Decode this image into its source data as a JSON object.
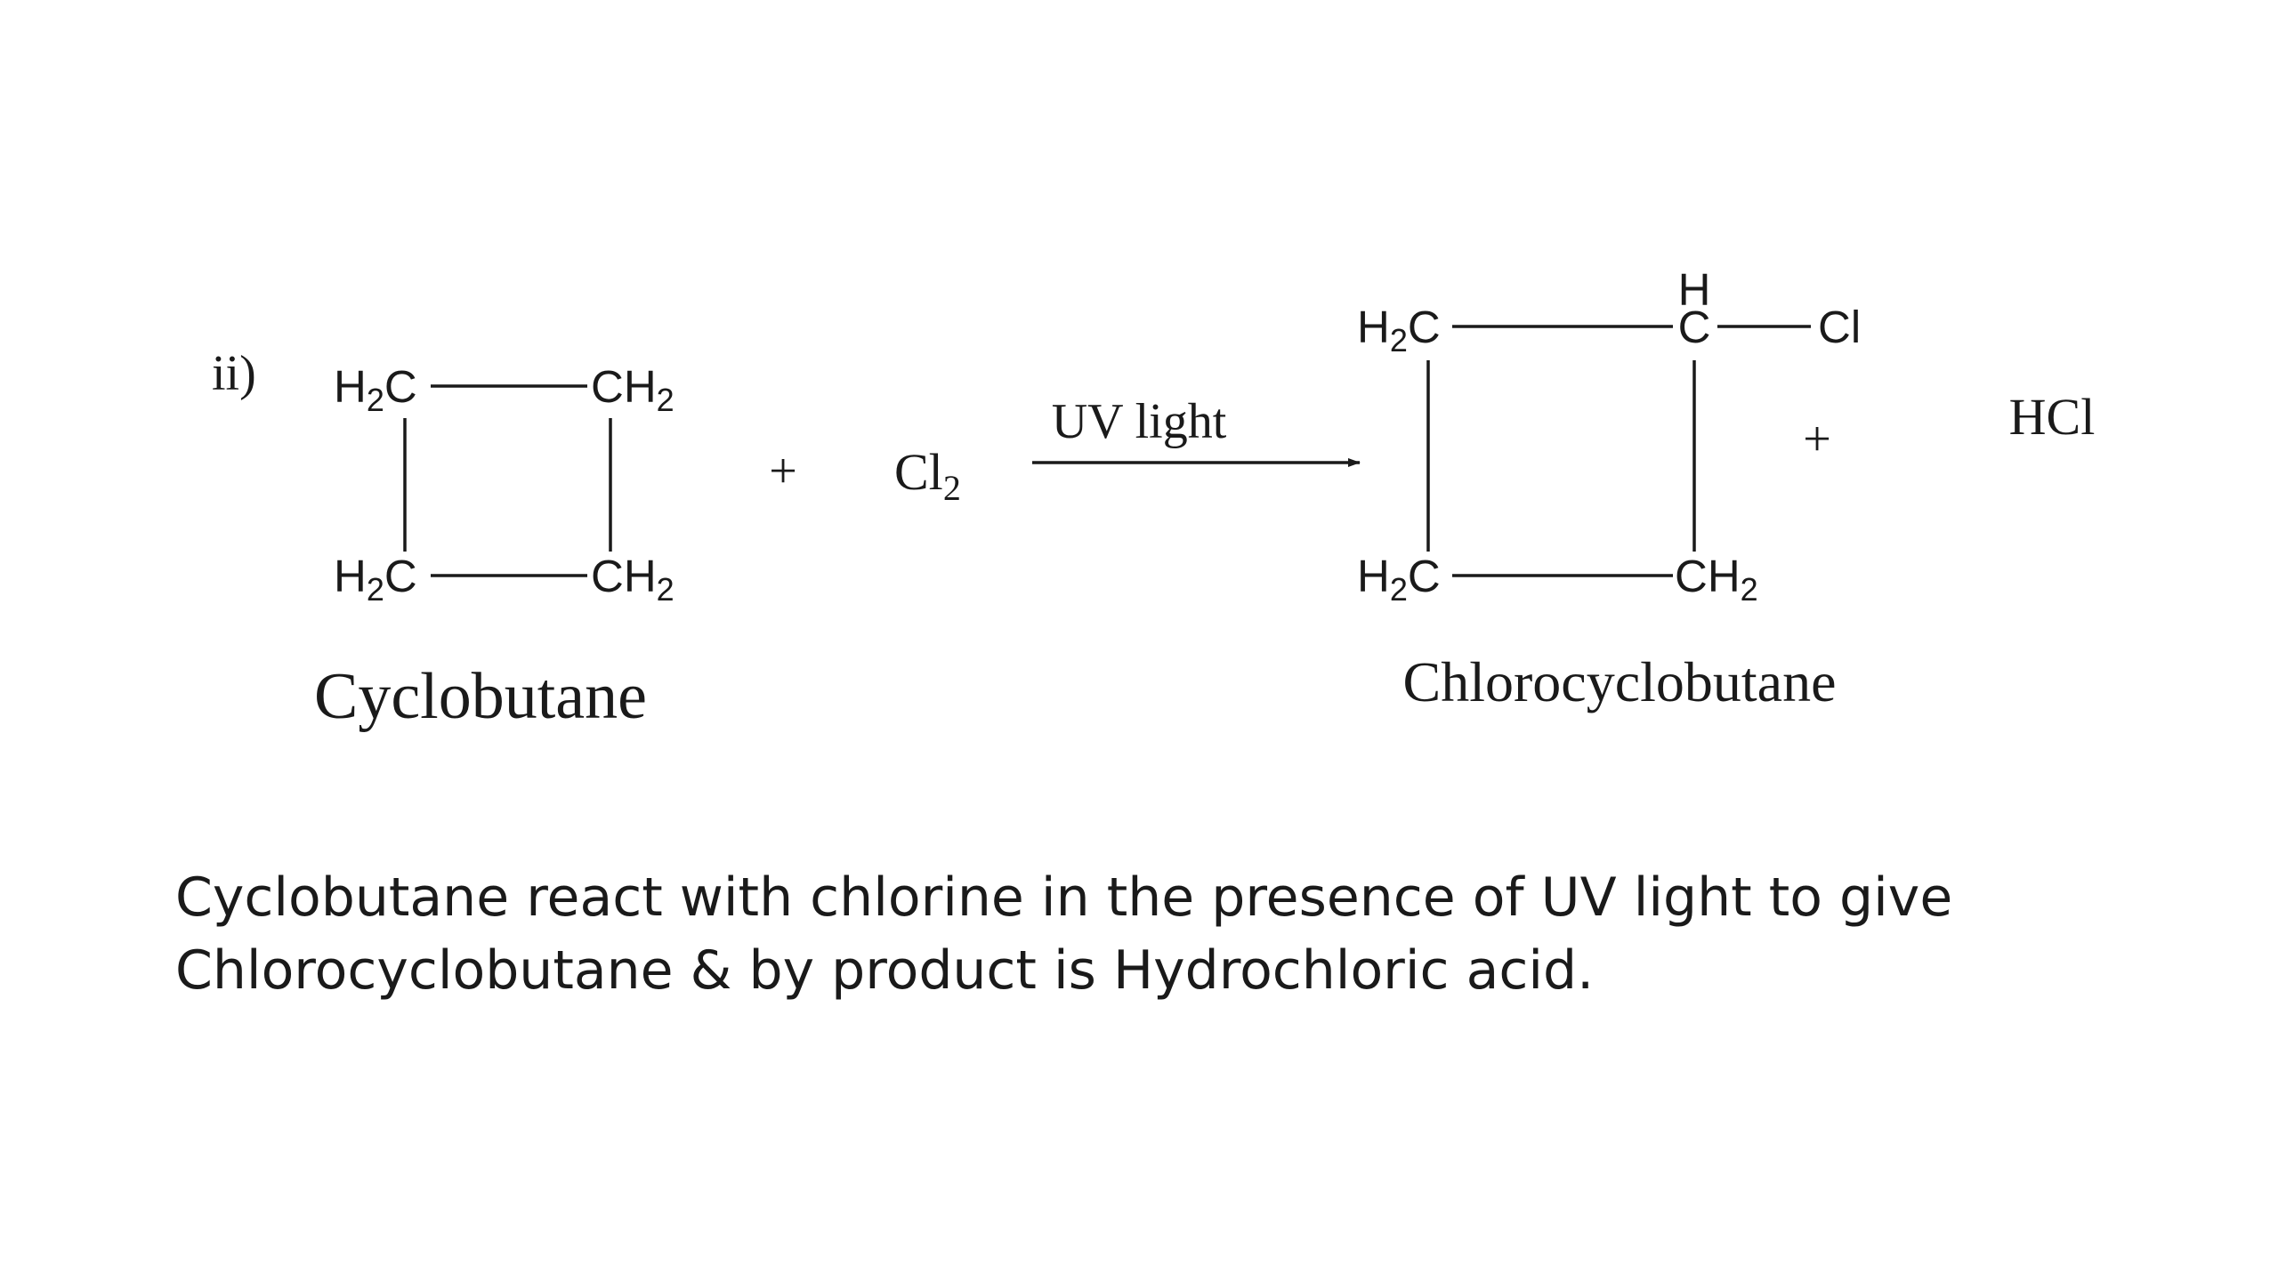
{
  "step_label": "ii)",
  "reactant": {
    "atoms": {
      "top_left": "H",
      "top_left_sub": "2",
      "top_left_suffix": "C",
      "top_right": "CH",
      "top_right_sub": "2",
      "bottom_left": "H",
      "bottom_left_sub": "2",
      "bottom_left_suffix": "C",
      "bottom_right": "CH",
      "bottom_right_sub": "2"
    },
    "name": "Cyclobutane"
  },
  "plus_1": "+",
  "reagent": {
    "symbol": "Cl",
    "sub": "2"
  },
  "condition": "UV light",
  "product": {
    "atoms": {
      "top_left": "H",
      "top_left_sub": "2",
      "top_left_suffix": "C",
      "top_right_h": "H",
      "top_right": "C",
      "substituent": "Cl",
      "bottom_left": "H",
      "bottom_left_sub": "2",
      "bottom_left_suffix": "C",
      "bottom_right": "CH",
      "bottom_right_sub": "2"
    },
    "name": "Chlorocyclobutane"
  },
  "plus_2": "+",
  "byproduct": "HCl",
  "caption": {
    "line1": "Cyclobutane react with chlorine in the presence of UV light to give",
    "line2": "Chlorocyclobutane & by product is Hydrochloric acid."
  }
}
